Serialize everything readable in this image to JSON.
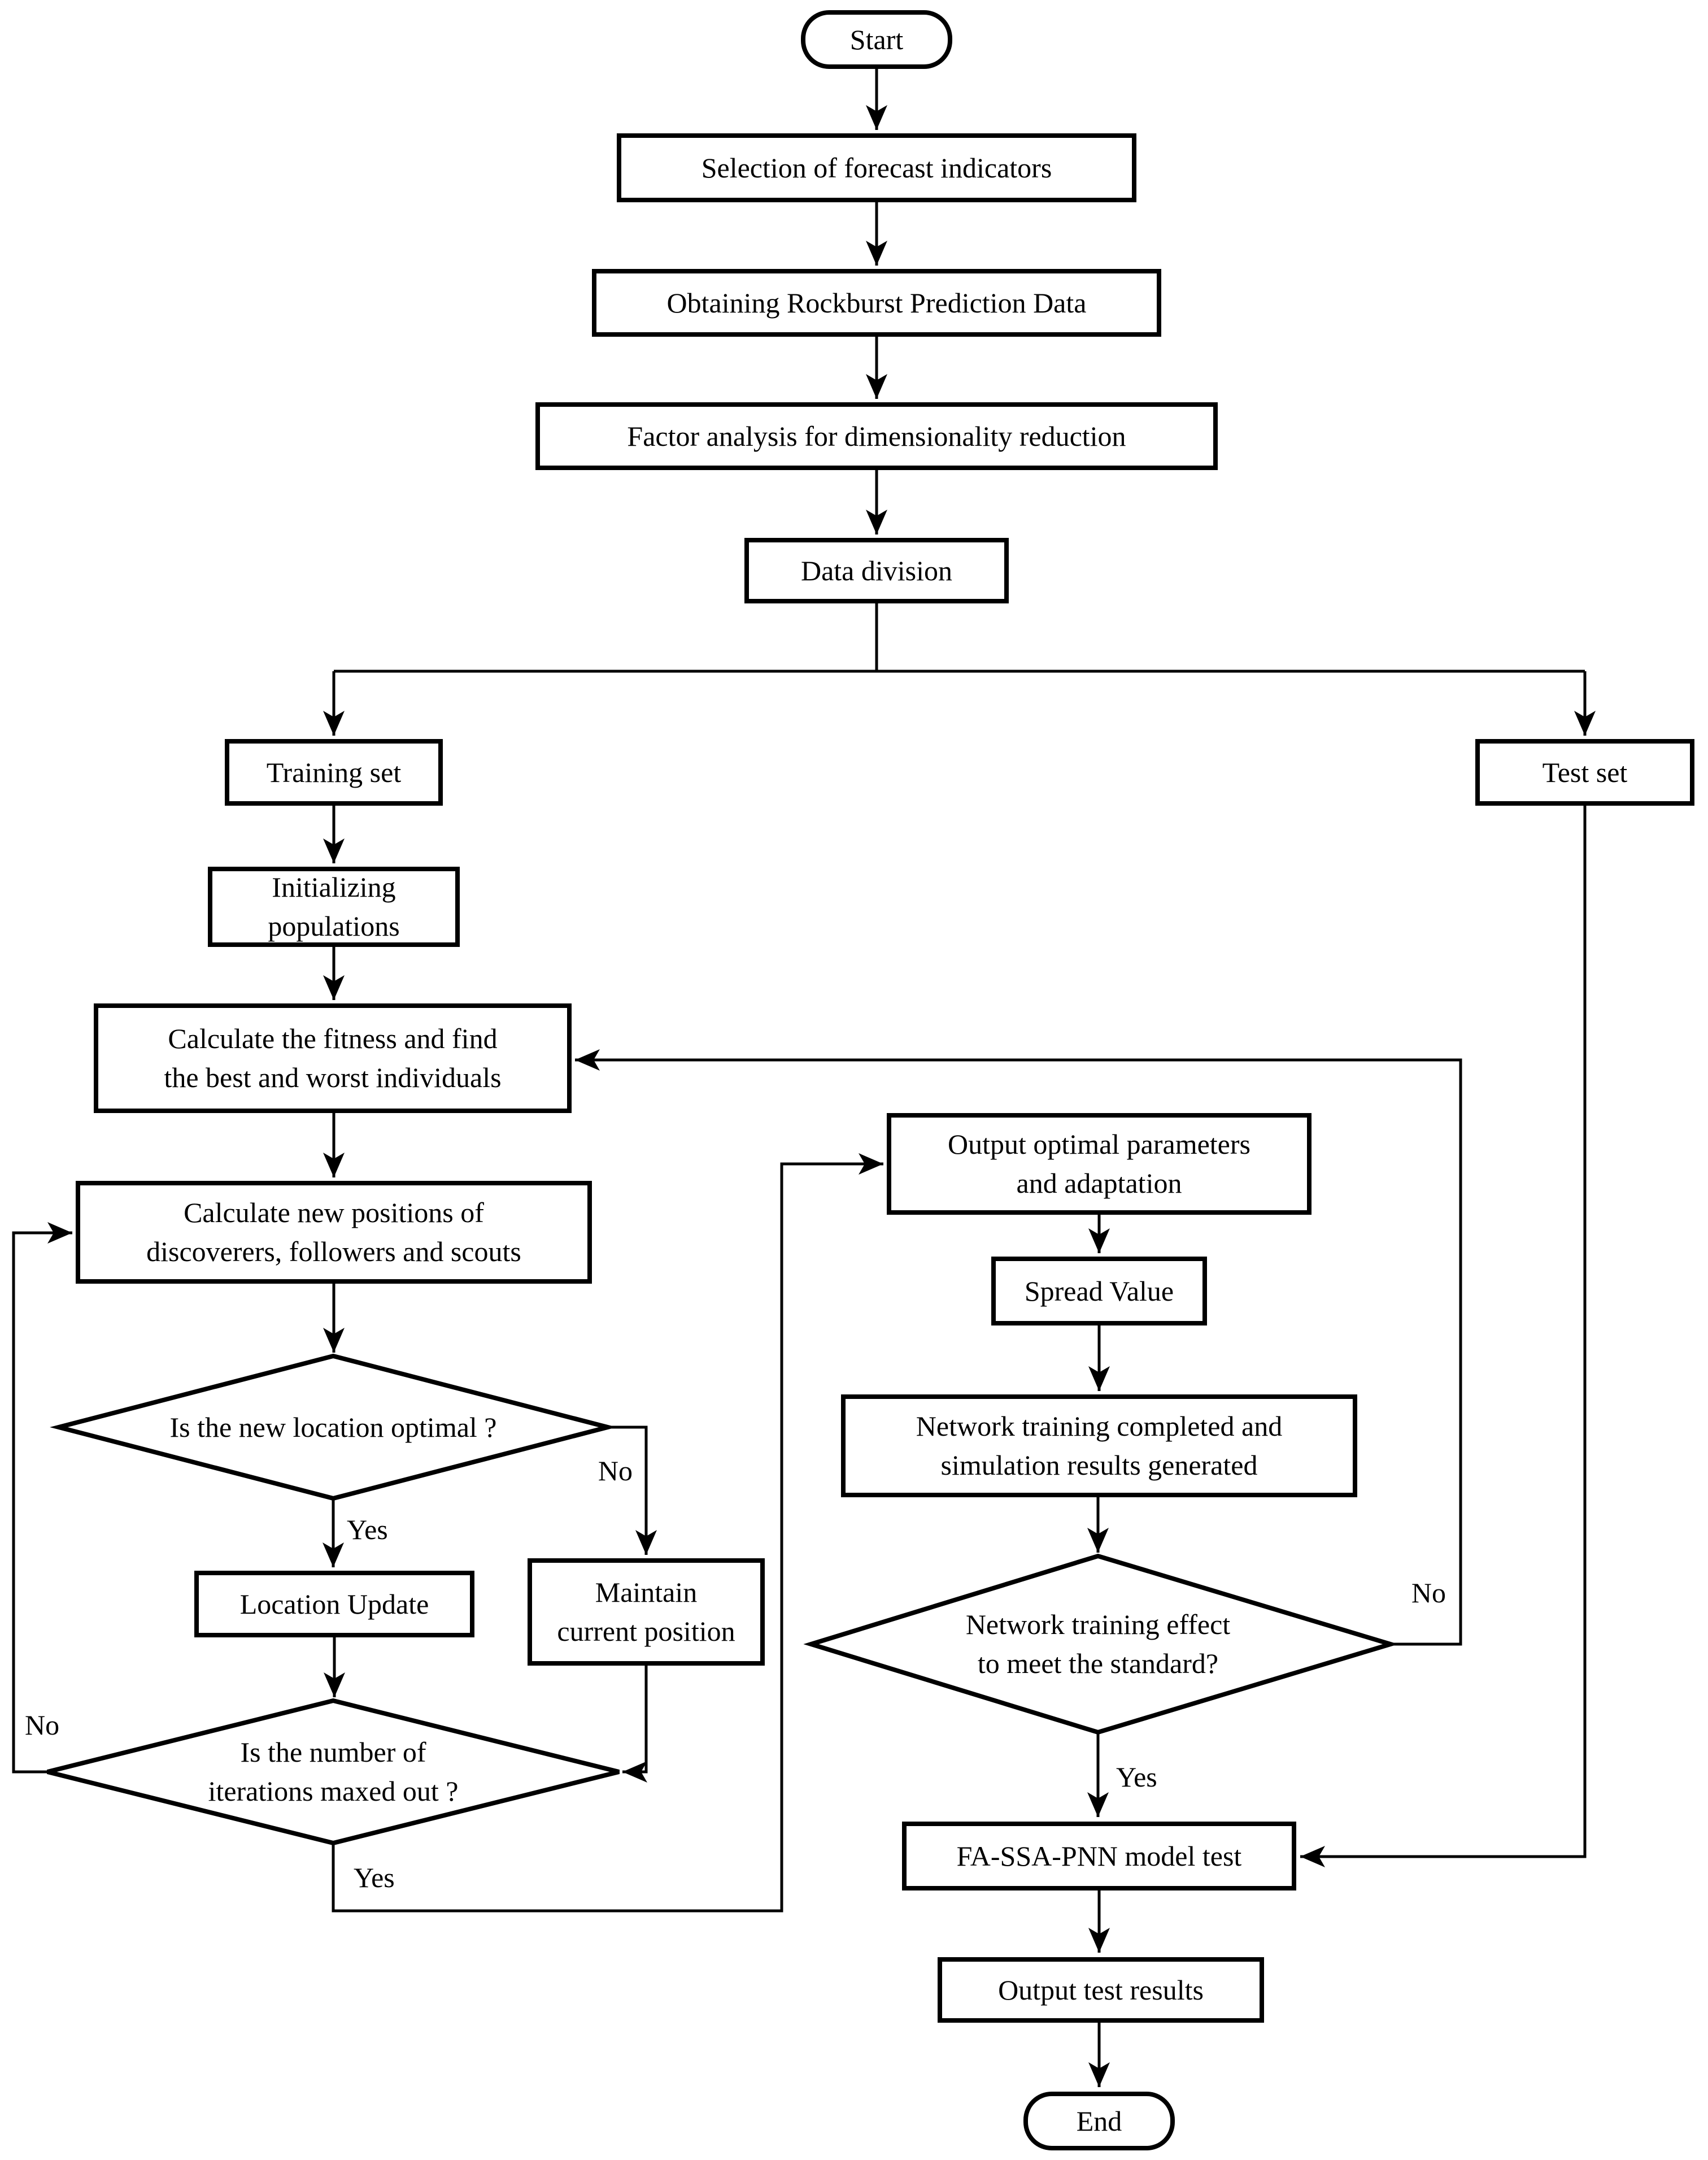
{
  "page": {
    "background_color": "#ffffff",
    "line_color": "#000000",
    "text_color": "#000000"
  },
  "nodes": {
    "start": {
      "label": "Start",
      "type": "terminator"
    },
    "selection": {
      "label": "Selection of forecast indicators",
      "type": "process"
    },
    "obtaining": {
      "label": "Obtaining Rockburst Prediction Data",
      "type": "process"
    },
    "factor_analysis": {
      "label": "Factor analysis for dimensionality reduction",
      "type": "process"
    },
    "data_division": {
      "label": "Data division",
      "type": "process"
    },
    "training_set": {
      "label": "Training set",
      "type": "process"
    },
    "test_set": {
      "label": "Test set",
      "type": "process"
    },
    "init_populations": {
      "label": "Initializing\npopulations",
      "type": "process"
    },
    "calc_fitness": {
      "label": "Calculate the fitness and find\nthe best and worst individuals",
      "type": "process"
    },
    "calc_new_positions": {
      "label": "Calculate new positions of\ndiscoverers, followers and scouts",
      "type": "process"
    },
    "new_location_optimal": {
      "label": "Is the new location optimal ?",
      "type": "decision"
    },
    "location_update": {
      "label": "Location Update",
      "type": "process"
    },
    "maintain_position": {
      "label": "Maintain\ncurrent position",
      "type": "process"
    },
    "iterations_maxed": {
      "label": "Is the number of\niterations maxed out ?",
      "type": "decision"
    },
    "output_params": {
      "label": "Output optimal parameters\nand adaptation",
      "type": "process"
    },
    "spread_value": {
      "label": "Spread Value",
      "type": "process"
    },
    "network_training": {
      "label": "Network training completed and\nsimulation results generated",
      "type": "process"
    },
    "training_effect": {
      "label": "Network training effect\nto meet the standard?",
      "type": "decision"
    },
    "model_test": {
      "label": "FA-SSA-PNN model test",
      "type": "process"
    },
    "output_results": {
      "label": "Output test results",
      "type": "process"
    },
    "end": {
      "label": "End",
      "type": "terminator"
    }
  },
  "edge_labels": {
    "new_location_yes": "Yes",
    "new_location_no": "No",
    "iterations_no": "No",
    "iterations_yes": "Yes",
    "effect_no": "No",
    "effect_yes": "Yes"
  }
}
